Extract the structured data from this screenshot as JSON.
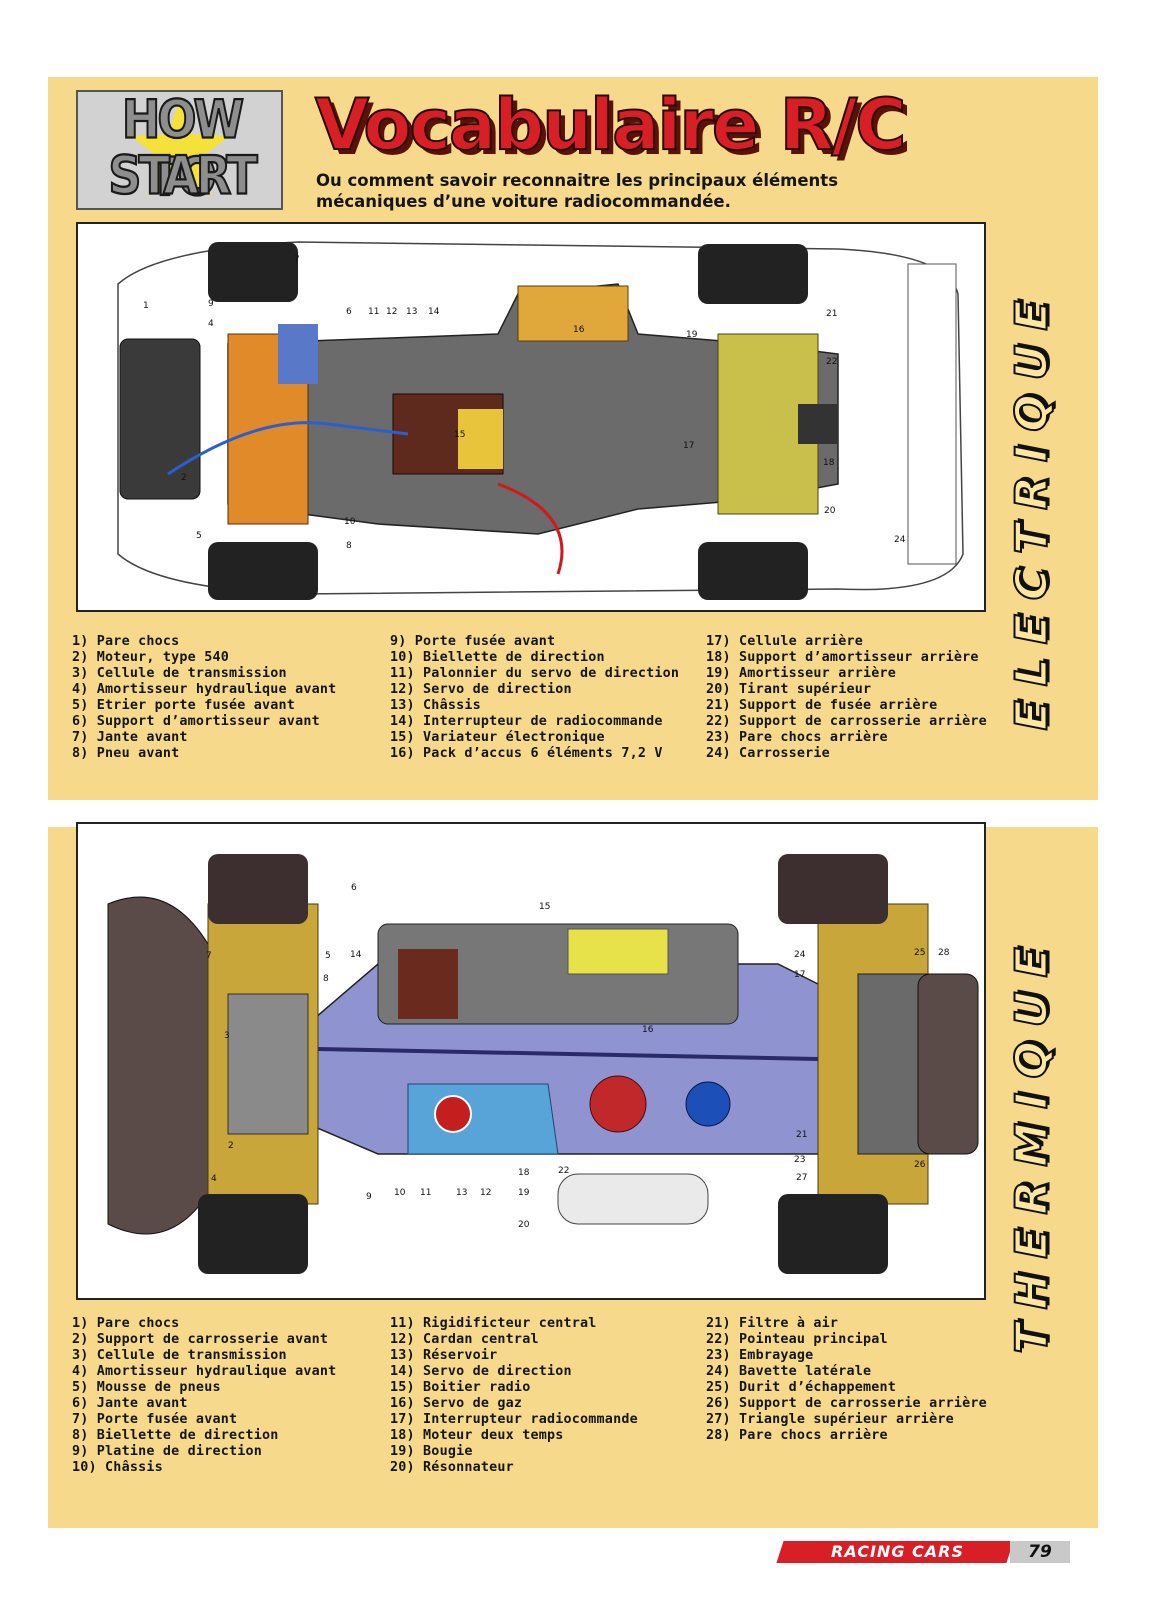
{
  "header": {
    "badge_line1": "HOW TO",
    "badge_line2": "START",
    "title": "Vocabulaire R/C",
    "subtitle_line1": "Ou comment savoir reconnaitre les principaux éléments",
    "subtitle_line2": "mécaniques d’une voiture radiocommandée."
  },
  "electrique": {
    "label": "ELECTRIQUE",
    "legend_col1": [
      "1) Pare chocs",
      "2) Moteur, type 540",
      "3) Cellule de transmission",
      "4) Amortisseur hydraulique avant",
      "5) Etrier porte fusée avant",
      "6) Support d’amortisseur avant",
      "7) Jante avant",
      "8) Pneu avant"
    ],
    "legend_col2": [
      "9) Porte fusée avant",
      "10) Biellette de direction",
      "11) Palonnier du servo de direction",
      "12) Servo de direction",
      "13) Châssis",
      "14) Interrupteur de radiocommande",
      "15) Variateur électronique",
      "16) Pack d’accus 6 éléments 7,2 V"
    ],
    "legend_col3": [
      "17) Cellule arrière",
      "18) Support d’amortisseur arrière",
      "19) Amortisseur arrière",
      "20) Tirant supérieur",
      "21) Support de fusée arrière",
      "22) Support de carrosserie arrière",
      "23) Pare chocs arrière",
      "24) Carrosserie"
    ]
  },
  "thermique": {
    "label": "THERMIQUE",
    "legend_col1": [
      "1) Pare chocs",
      "2) Support de carrosserie avant",
      "3) Cellule de transmission",
      "4) Amortisseur hydraulique avant",
      "5) Mousse de pneus",
      "6) Jante avant",
      "7) Porte fusée avant",
      "8) Biellette de direction",
      "9) Platine de direction",
      "10) Châssis"
    ],
    "legend_col2": [
      "11) Rigidificteur central",
      "12) Cardan central",
      "13) Réservoir",
      "14) Servo de direction",
      "15) Boitier radio",
      "16) Servo de gaz",
      "17)  Interrupteur radiocommande",
      "18) Moteur deux temps",
      "19) Bougie",
      "20) Résonnateur"
    ],
    "legend_col3": [
      "21) Filtre à air",
      "22) Pointeau principal",
      "23) Embrayage",
      "24) Bavette latérale",
      "25) Durit d’échappement",
      "26) Support de carrosserie arrière",
      "27) Triangle supérieur arrière",
      "28) Pare chocs arrière"
    ]
  },
  "footer": {
    "brand": "RACING CARS",
    "page_number": "79"
  },
  "colors": {
    "panel": "#f6d98a",
    "title_red": "#d81f26",
    "chassis_gray": "#5c5c5c",
    "accent_blue": "#4f7bc9"
  }
}
